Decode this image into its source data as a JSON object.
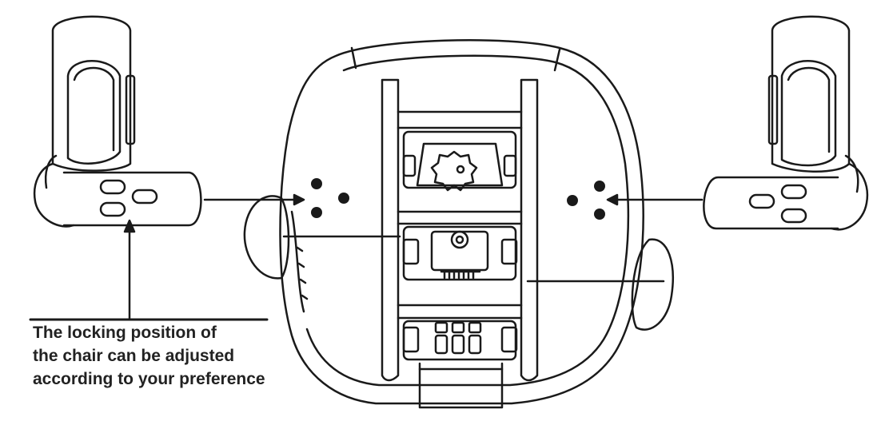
{
  "caption": {
    "lines": [
      "The locking position of",
      "the chair can be adjusted",
      "according to your preference"
    ]
  },
  "colors": {
    "line": "#1a1a1a",
    "text": "#222222",
    "background": "#ffffff"
  },
  "icons": {
    "left_armrest": "armrest-left-icon",
    "right_armrest": "armrest-right-icon",
    "seat": "chair-seat-base-icon"
  }
}
